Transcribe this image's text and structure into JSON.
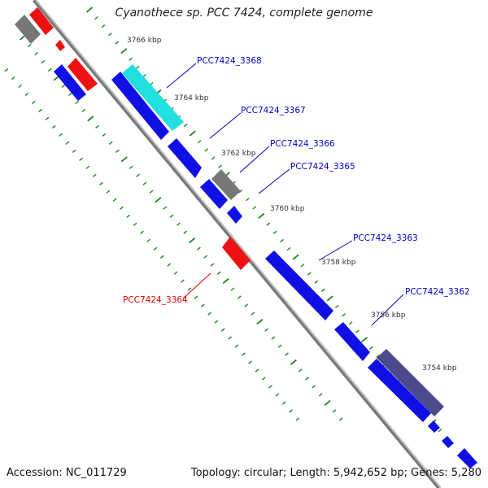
{
  "title": "Cyanothece sp. PCC 7424, complete genome",
  "footer": {
    "accession": "Accession: NC_011729",
    "topology": "Topology: circular; Length: 5,942,652 bp; Genes: 5,280"
  },
  "colors": {
    "backbone": "#808080",
    "tick": "#1a8a1a",
    "gene_blue": "#1010e6",
    "gene_red": "#ee1111",
    "gene_cyan": "#22e0e0",
    "gene_gray": "#777777",
    "gene_darkblue": "#4b4b8c",
    "label_blue": "#0000cc",
    "label_red": "#dd0000"
  },
  "scale_labels": [
    "3766 kbp",
    "3764 kbp",
    "3762 kbp",
    "3760 kbp",
    "3758 kbp",
    "3756 kbp",
    "3754 kbp"
  ],
  "gene_labels": [
    {
      "text": "PCC7424_3368",
      "color": "label_blue"
    },
    {
      "text": "PCC7424_3367",
      "color": "label_blue"
    },
    {
      "text": "PCC7424_3366",
      "color": "label_blue"
    },
    {
      "text": "PCC7424_3365",
      "color": "label_blue"
    },
    {
      "text": "PCC7424_3363",
      "color": "label_blue"
    },
    {
      "text": "PCC7424_3362",
      "color": "label_blue"
    },
    {
      "text": "PCC7424_3364",
      "color": "label_red"
    }
  ]
}
